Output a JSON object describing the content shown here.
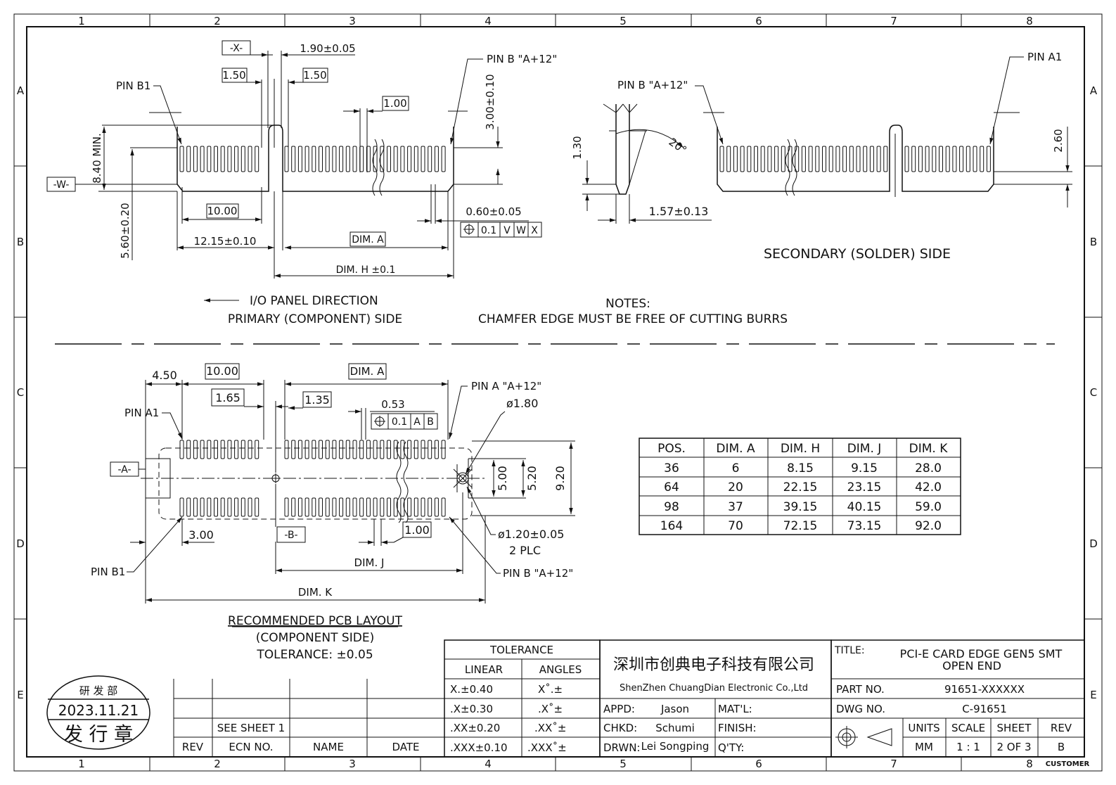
{
  "border": {
    "columns": [
      "1",
      "2",
      "3",
      "4",
      "5",
      "6",
      "7",
      "8"
    ],
    "rows": [
      "A",
      "B",
      "C",
      "D",
      "E"
    ]
  },
  "primary_view": {
    "labels": {
      "datum_x": "-X-",
      "datum_w": "-W-",
      "pin_b1": "PIN B1",
      "pin_b_end": "PIN B \"A+12\"",
      "dim_190": "1.90±0.05",
      "dim_150a": "1.50",
      "dim_150b": "1.50",
      "dim_100": "1.00",
      "dim_300": "3.00±0.10",
      "dim_840": "8.40 MIN.",
      "dim_560": "5.60±0.20",
      "dim_1000": "10.00",
      "dim_1215": "12.15±0.10",
      "dim_a": "DIM. A",
      "dim_h": "DIM. H ±0.1",
      "dim_060": "0.60±0.05",
      "fcf_tol": "0.1",
      "fcf_d1": "V",
      "fcf_d2": "W",
      "fcf_d3": "X",
      "direction": "I/O PANEL DIRECTION",
      "caption": "PRIMARY (COMPONENT) SIDE"
    }
  },
  "detail_view": {
    "labels": {
      "pin_b_end": "PIN B \"A+12\"",
      "dim_130": "1.30",
      "angle": "20°",
      "dim_157": "1.57±0.13"
    }
  },
  "secondary_view": {
    "labels": {
      "pin_a1": "PIN A1",
      "dim_260": "2.60",
      "caption": "SECONDARY (SOLDER) SIDE"
    }
  },
  "notes": {
    "heading": "NOTES:",
    "text": "CHAMFER EDGE MUST BE FREE OF CUTTING BURRS"
  },
  "pcb_view": {
    "labels": {
      "dim_450": "4.50",
      "dim_1000": "10.00",
      "dim_a": "DIM. A",
      "pin_a1": "PIN A1",
      "dim_165": "1.65",
      "dim_135": "1.35",
      "dim_053": "0.53",
      "fcf_tol": "0.1",
      "fcf_d1": "A",
      "fcf_d2": "B",
      "pin_a_end": "PIN A \"A+12\"",
      "dia_180": "ø1.80",
      "datum_a": "-A-",
      "datum_b": "-B-",
      "dim_500": "5.00",
      "dim_520": "5.20",
      "dim_920": "9.20",
      "dim_300": "3.00",
      "dim_100": "1.00",
      "dia_120": "ø1.20±0.05",
      "plc": "2 PLC",
      "pin_b1": "PIN B1",
      "dim_j": "DIM. J",
      "pin_b_end": "PIN B \"A+12\"",
      "dim_k": "DIM. K",
      "caption": "RECOMMENDED PCB LAYOUT",
      "sub": "(COMPONENT SIDE)",
      "tol": "TOLERANCE: ±0.05"
    }
  },
  "dim_table": {
    "headers": [
      "POS.",
      "DIM. A",
      "DIM. H",
      "DIM. J",
      "DIM. K"
    ],
    "rows": [
      [
        "36",
        "6",
        "8.15",
        "9.15",
        "28.0"
      ],
      [
        "64",
        "20",
        "22.15",
        "23.15",
        "42.0"
      ],
      [
        "98",
        "37",
        "39.15",
        "40.15",
        "59.0"
      ],
      [
        "164",
        "70",
        "72.15",
        "73.15",
        "92.0"
      ]
    ]
  },
  "stamp": {
    "dept": "研 发 部",
    "date": "2023.11.21",
    "text": "发 行 章"
  },
  "revision_block": {
    "ecn_value": "SEE SHEET 1",
    "headers": [
      "REV",
      "ECN NO.",
      "NAME",
      "DATE"
    ]
  },
  "tolerance_block": {
    "title": "TOLERANCE",
    "linear_header": "LINEAR",
    "angles_header": "ANGLES",
    "rows": [
      [
        "X.±0.40",
        "X˚.±"
      ],
      [
        ".X±0.30",
        ".X˚±"
      ],
      [
        ".XX±0.20",
        ".XX˚±"
      ],
      [
        ".XXX±0.10",
        ".XXX˚±"
      ]
    ]
  },
  "company": {
    "name_cn": "深圳市创典电子科技有限公司",
    "name_en": "ShenZhen ChuangDian Electronic Co.,Ltd"
  },
  "approvals": {
    "appd_label": "APPD:",
    "appd_value": "Jason",
    "chkd_label": "CHKD:",
    "chkd_value": "Schumi",
    "drwn_label": "DRWN:",
    "drwn_value": "Lei Songping",
    "matl_label": "MAT'L:",
    "finish_label": "FINISH:",
    "qty_label": "Q'TY:"
  },
  "title_block": {
    "title_label": "TITLE:",
    "title_line1": "PCI-E CARD EDGE GEN5 SMT",
    "title_line2": "OPEN END",
    "part_label": "PART NO.",
    "part_value": "91651-XXXXXX",
    "dwg_label": "DWG NO.",
    "dwg_value": "C-91651",
    "units_label": "UNITS",
    "units_value": "MM",
    "scale_label": "SCALE",
    "scale_value": "1 : 1",
    "sheet_label": "SHEET",
    "sheet_value": "2 OF 3",
    "rev_label": "REV",
    "rev_value": "B",
    "customer": "CUSTOMER"
  }
}
